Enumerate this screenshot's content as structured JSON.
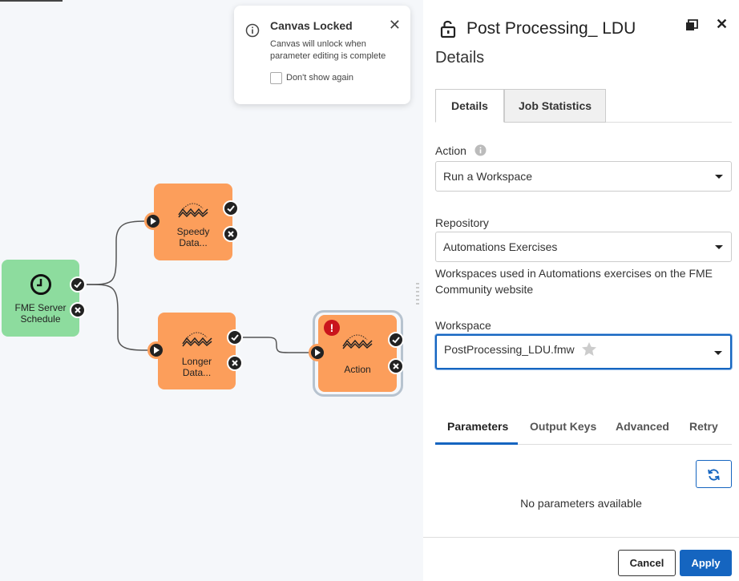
{
  "canvas": {
    "nodes": {
      "schedule": {
        "label_line1": "FME Server",
        "label_line2": "Schedule",
        "icon": "clock-icon",
        "color": "#8ddc9e"
      },
      "speedy": {
        "label_line1": "Speedy",
        "label_line2": "Data...",
        "icon": "transformer-icon",
        "color": "#fc9e5b"
      },
      "longer": {
        "label_line1": "Longer",
        "label_line2": "Data...",
        "icon": "transformer-icon",
        "color": "#fc9e5b"
      },
      "action": {
        "label": "Action",
        "icon": "transformer-icon",
        "error_badge": "!",
        "color": "#fc9e5b"
      }
    }
  },
  "toast": {
    "title": "Canvas Locked",
    "message": "Canvas will unlock when parameter editing is complete",
    "checkbox_label": "Don't show again",
    "close": "✕"
  },
  "panel": {
    "title": "Post Processing_ LDU",
    "close": "✕",
    "section": "Details",
    "tabs": [
      {
        "label": "Details",
        "active": true
      },
      {
        "label": "Job Statistics",
        "active": false
      }
    ],
    "action": {
      "label": "Action",
      "value": "Run a Workspace"
    },
    "repository": {
      "label": "Repository",
      "value": "Automations Exercises",
      "help": "Workspaces used in Automations exercises on the FME Community website"
    },
    "workspace": {
      "label": "Workspace",
      "value": "PostProcessing_LDU.fmw"
    },
    "subtabs": [
      {
        "label": "Parameters",
        "active": true
      },
      {
        "label": "Output Keys",
        "active": false
      },
      {
        "label": "Advanced",
        "active": false
      },
      {
        "label": "Retry",
        "active": false
      }
    ],
    "no_params": "No parameters available",
    "buttons": {
      "cancel": "Cancel",
      "apply": "Apply"
    },
    "accent_color": "#1565c0"
  }
}
